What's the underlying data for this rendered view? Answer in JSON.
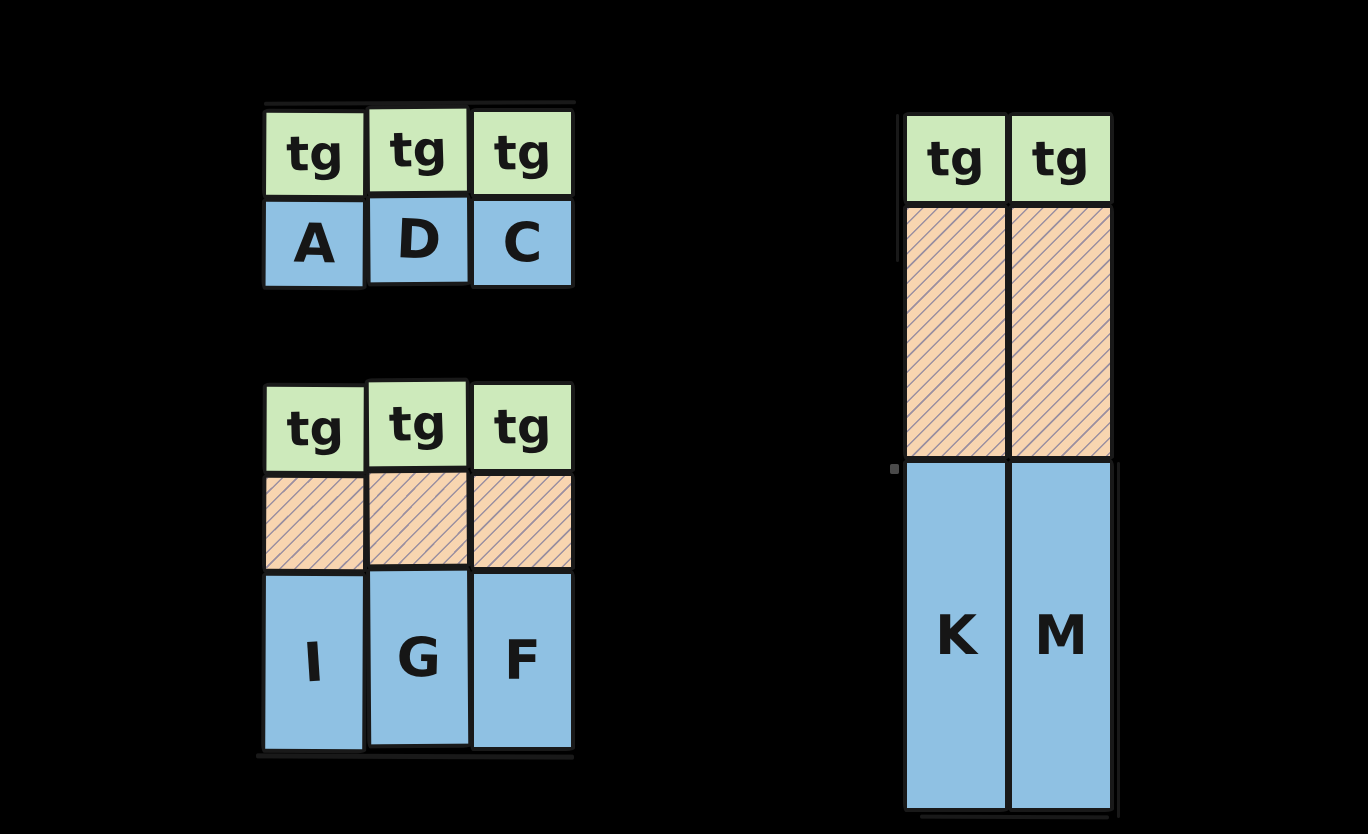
{
  "colors": {
    "bg": "#000000",
    "green": "#cdeabb",
    "blue": "#8fc1e3",
    "peach": "#f8d5b0",
    "hatch": "#9a8fa0",
    "outline": "#191919",
    "ink": "#161616"
  },
  "groups": [
    {
      "name": "top-left",
      "columns": [
        {
          "top": "tg",
          "bottom": "A"
        },
        {
          "top": "tg",
          "bottom": "D"
        },
        {
          "top": "tg",
          "bottom": "C"
        }
      ]
    },
    {
      "name": "bottom-left",
      "columns": [
        {
          "top": "tg",
          "bottom": "I"
        },
        {
          "top": "tg",
          "bottom": "G"
        },
        {
          "top": "tg",
          "bottom": "F"
        }
      ]
    },
    {
      "name": "right",
      "columns": [
        {
          "top": "tg",
          "bottom": "K"
        },
        {
          "top": "tg",
          "bottom": "M"
        }
      ]
    }
  ]
}
